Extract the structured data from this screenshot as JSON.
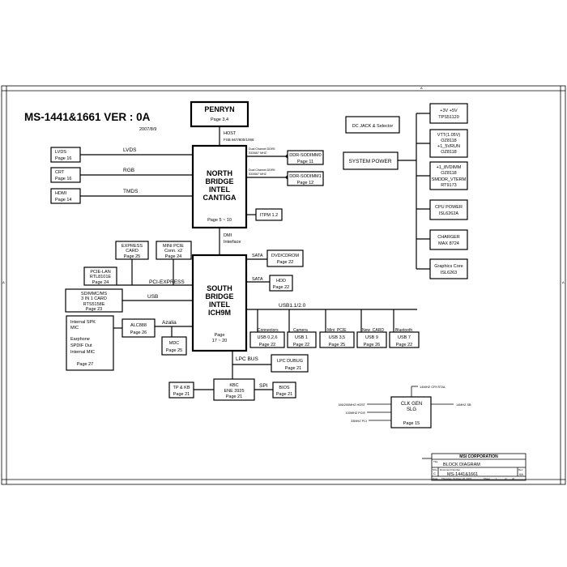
{
  "title": "MS-1441&1661  VER : 0A",
  "date": "2007/8/9",
  "penryn": {
    "name": "PENRYN",
    "page": "Page 3,4"
  },
  "host": {
    "label": "HOST",
    "fsb": "FSB 667/800/1066"
  },
  "ddr_note": {
    "line1": "Dual Channel DDRII",
    "line2": "533/667 MHZ"
  },
  "sodimm0": {
    "name": "DDR-SODIMM0",
    "page": "Page 11"
  },
  "sodimm1": {
    "name": "DDR-SODIMM1",
    "page": "Page 12"
  },
  "north_bridge": {
    "line1": "NORTH",
    "line2": "BRIDGE",
    "line3": "INTEL",
    "line4": "CANTIGA",
    "page": "Page 5 ~ 10"
  },
  "tpm": {
    "name": "ITPM 1.2"
  },
  "dmi": {
    "line1": "DMI",
    "line2": "Interface"
  },
  "lvds": {
    "name": "LVDS",
    "page": "Page 16",
    "bus": "LVDS"
  },
  "crt": {
    "name": "CRT",
    "page": "Page 16",
    "bus": "RGB"
  },
  "hdmi": {
    "name": "HDMI",
    "page": "Page 14",
    "bus": "TMDS"
  },
  "express_card": {
    "line1": "EXPRESS",
    "line2": "CARD",
    "page": "Page 25"
  },
  "mini_pcie": {
    "line1": "MINI PCIE",
    "line2": "Conn. x2",
    "page": "Page 24"
  },
  "pcie_lan": {
    "line1": "PCIE-LAN",
    "line2": "RTL8101E",
    "page": "Page 24"
  },
  "pci_express": "PCI-EXPRESS",
  "card_reader": {
    "line1": "SD/MMC/MS",
    "line2": "3 IN 1 CARD",
    "line3": "RTS5158E",
    "page": "Page 23"
  },
  "usb_label": "USB",
  "south_bridge": {
    "line1": "SOUTH",
    "line2": "BRIDGE",
    "line3": "INTEL",
    "line4": "ICH9M",
    "page1": "Page",
    "page2": "17 ~ 20"
  },
  "audio_jacks": {
    "line1": "Internal SPK",
    "line2": "MIC",
    "line3": "Earphone",
    "line4": "SPDIF Out",
    "line5": "Internal MIC",
    "page": "Page 27"
  },
  "alc888": {
    "name": "ALC888",
    "page": "Page 26"
  },
  "azalia": "Azalia",
  "mdc": {
    "name": "MDC",
    "page": "Page 25"
  },
  "sata1": "SATA",
  "dvd": {
    "name": "DVD/CDROM",
    "page": "Page 22"
  },
  "sata2": "SATA",
  "hdd": {
    "name": "HDD",
    "page": "Page 22"
  },
  "usb_bus": "USB1.1/2.0",
  "usb_ports": [
    {
      "label": "Connectors",
      "name": "USB 0,2,6",
      "page": "Page 22"
    },
    {
      "label": "Camera",
      "name": "USB 1",
      "page": "Page 22"
    },
    {
      "label": "Mini_PCIE",
      "name": "USB 3,5",
      "page": "Page 25"
    },
    {
      "label": "New_CARD",
      "name": "USB 9",
      "page": "Page 26"
    },
    {
      "label": "Bluetooth",
      "name": "USB 7",
      "page": "Page 22"
    }
  ],
  "lpc_bus": "LPC BUS",
  "lpc_debug": {
    "name": "LPC DUBUG",
    "page": "Page 21"
  },
  "tp_kb": {
    "name": "TP & KB",
    "page": "Page 21"
  },
  "kbc": {
    "line1": "KBC",
    "line2": "ENE 3925",
    "page": "Page 21"
  },
  "spi": "SPI",
  "bios": {
    "name": "BIOS",
    "page": "Page 21"
  },
  "dc_jack": "DC JACK & Selector",
  "system_power": "SYSTEM POWER",
  "power_boxes": [
    {
      "lines": [
        "+3V +5V",
        "TPS51120"
      ]
    },
    {
      "lines": [
        "VTT(1.05V)",
        "OZ8118",
        "+1_5VRUN",
        "OZ8118"
      ]
    },
    {
      "lines": [
        "+1_8VDIMM",
        "OZ8118",
        "SMDDR_VTERM",
        "RT9173"
      ]
    },
    {
      "lines": [
        "CPU POWER",
        "ISL6262A"
      ]
    },
    {
      "lines": [
        "CHARGER",
        "MAX 8724"
      ]
    },
    {
      "lines": [
        "Graphics Core",
        "ISL6263"
      ]
    }
  ],
  "clock": {
    "crystal": "14MHZ CRYSTAL",
    "name1": "CLK GEN",
    "name2": "SLG",
    "page": "Page 15",
    "out1": "166/200MHZ  HOST",
    "out2": "100MHZ PCIE",
    "out3": "33MHZ PCI",
    "out_right": "14MHZ  SB"
  },
  "title_block": {
    "company": "MSI CORPORATION",
    "title_label": "Title",
    "title": "BLOCK DIAGRAM",
    "size_label": "Size",
    "size": "C",
    "docnum_label": "Document Number",
    "docnum": "MS-1441&1661",
    "rev_label": "Rev",
    "rev": "0A",
    "date_label": "Date:",
    "date": "Thursday, October 18, 2007",
    "sheet_label": "Sheet",
    "sheet": "1",
    "of_label": "of",
    "of": "41"
  },
  "border": {
    "top_letter": "A",
    "left_left": "A",
    "left_right": "A"
  }
}
